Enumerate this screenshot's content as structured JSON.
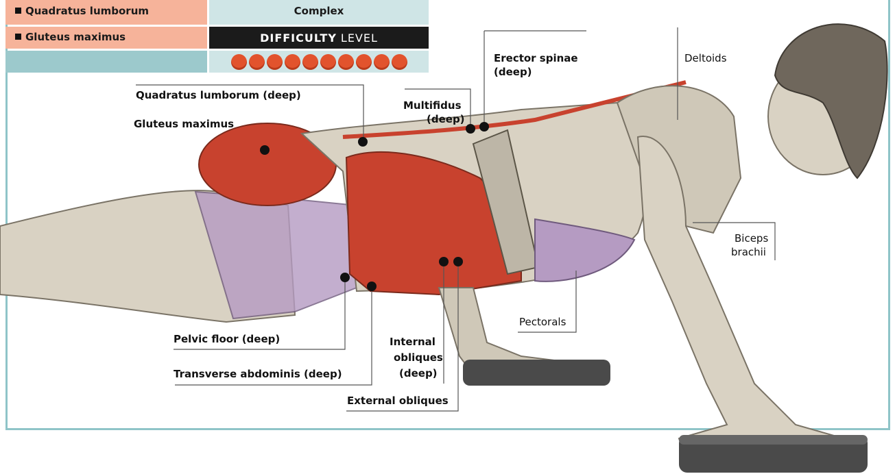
{
  "table": {
    "rows": [
      {
        "muscle": "Quadratus lumborum",
        "value": "Complex"
      },
      {
        "muscle": "Gluteus maximus",
        "value_bold": "DIFFICULTY",
        "value_rest": "LEVEL"
      }
    ],
    "difficulty": {
      "filled": 10,
      "total": 10,
      "color": "#e2532d"
    }
  },
  "labels": {
    "quadratus_lumborum_deep": "Quadratus lumborum (deep)",
    "gluteus_maximus": "Gluteus maximus",
    "erector_spinae_line1": "Erector spinae",
    "erector_spinae_line2": "(deep)",
    "multifidus_line1": "Multifidus",
    "multifidus_line2": "(deep)",
    "deltoids": "Deltoids",
    "biceps_line1": "Biceps",
    "biceps_line2": "brachii",
    "pectorals": "Pectorals",
    "pelvic_floor": "Pelvic floor (deep)",
    "transverse_abdominis": "Transverse abdominis (deep)",
    "internal_obliques_line1": "Internal",
    "internal_obliques_line2": "obliques",
    "internal_obliques_line3": "(deep)",
    "external_obliques": "External obliques"
  },
  "colors": {
    "muscle_red": "#c8422e",
    "skin": "#d9d2c3",
    "purple": "#b59bc2",
    "frame": "#8fc4c8"
  }
}
